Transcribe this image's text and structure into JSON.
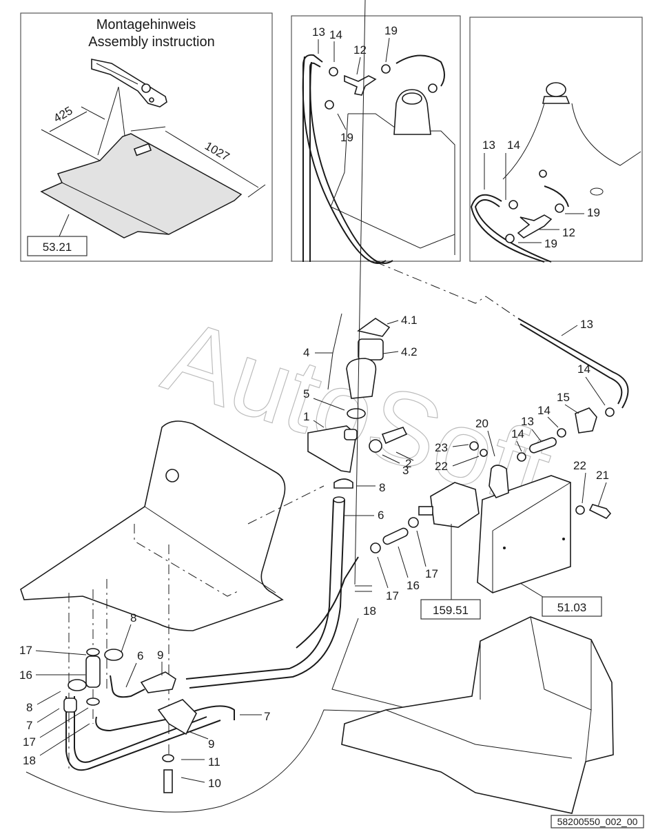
{
  "assembly_panel": {
    "title_de": "Montagehinweis",
    "title_en": "Assembly instruction",
    "dimension_short": "425",
    "dimension_long": "1027",
    "reference": "53.21"
  },
  "detail_panel_left": {
    "callouts": [
      "13",
      "14",
      "12",
      "19",
      "19"
    ]
  },
  "detail_panel_right": {
    "callouts": [
      "13",
      "14",
      "19",
      "12",
      "19"
    ]
  },
  "main_callouts": {
    "c4_1": "4.1",
    "c4_2": "4.2",
    "c4": "4",
    "c5": "5",
    "c1": "1",
    "c2": "2",
    "c3": "3",
    "c8a": "8",
    "c6a": "6",
    "c13a": "13",
    "c14a": "14",
    "c15": "15",
    "c14b": "14",
    "c13b": "13",
    "c14c": "14",
    "c20": "20",
    "c23": "23",
    "c22a": "22",
    "c22b": "22",
    "c21": "21",
    "c17a": "17",
    "c16a": "16",
    "c17b": "17",
    "c18a": "18",
    "c8b": "8",
    "c17c": "17",
    "c16b": "16",
    "c6b": "6",
    "c9a": "9",
    "c8c": "8",
    "c7a": "7",
    "c17d": "17",
    "c18b": "18",
    "c7b": "7",
    "c9b": "9",
    "c11": "11",
    "c10": "10"
  },
  "references": {
    "ref_159": "159.51",
    "ref_51": "51.03"
  },
  "watermark": "AutoSoft",
  "document_id": "58200550_002_00"
}
